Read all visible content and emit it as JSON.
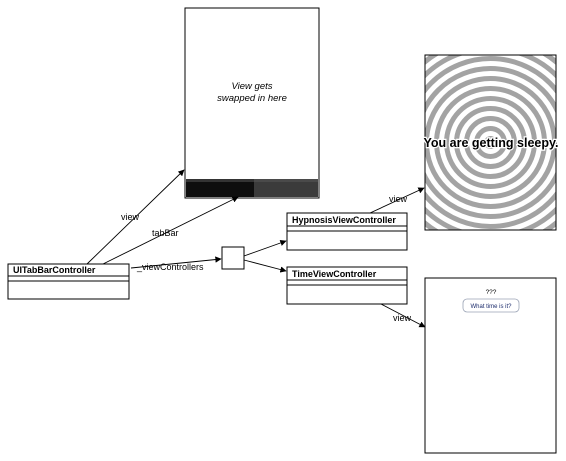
{
  "window": {
    "main_screen_text_line1": "View gets",
    "main_screen_text_line2": "swapped in here"
  },
  "classes": {
    "tab_bar_controller": "UITabBarController",
    "hypnosis_view_controller": "HypnosisViewController",
    "time_view_controller": "TimeViewController"
  },
  "relations": {
    "view": "view",
    "tab_bar": "tabBar",
    "view_controllers": "_viewControllers",
    "hypnosis_view": "view",
    "time_view": "view"
  },
  "hypnosis_screen": {
    "text": "You are getting sleepy."
  },
  "time_screen": {
    "question_marks": "???",
    "button_label": "What time is it?"
  },
  "colors": {
    "ring_gray": "#a3a3a3",
    "tab_bar_dark": "#111111",
    "tab_bar_light": "#3a3a3a"
  }
}
